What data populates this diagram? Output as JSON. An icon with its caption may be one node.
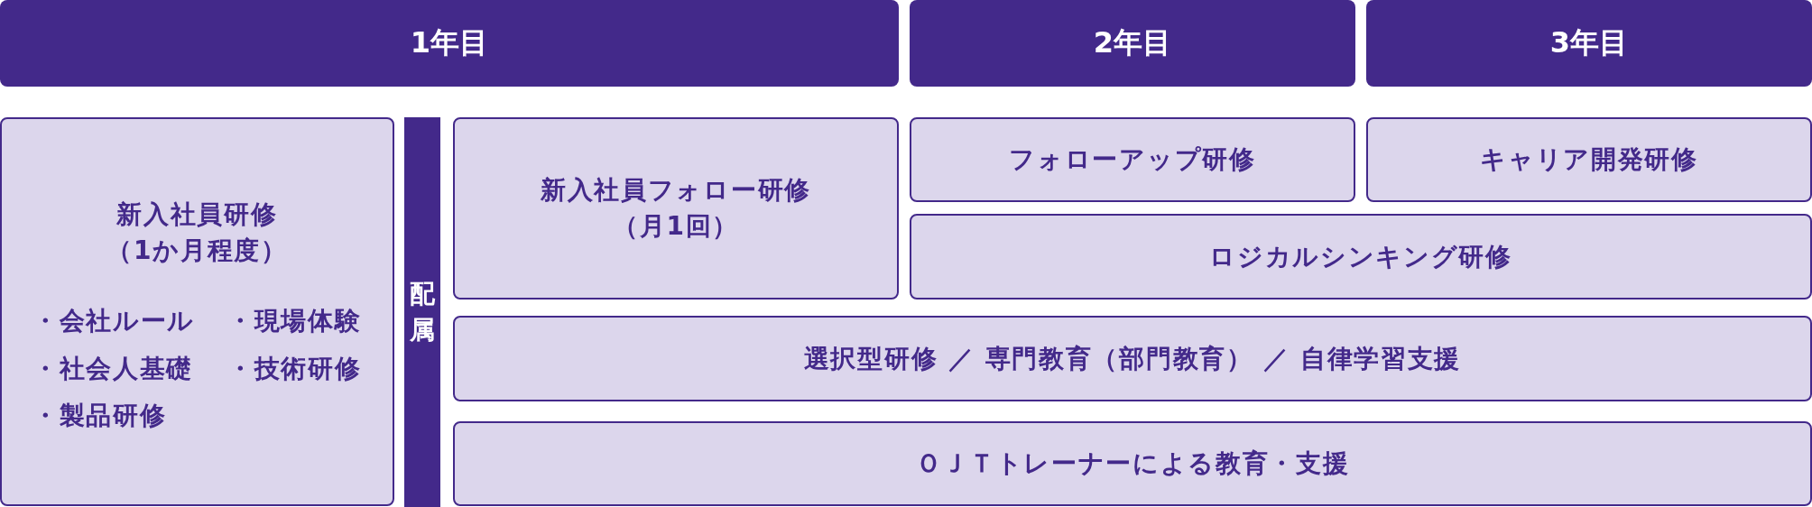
{
  "diagram": {
    "nodes": [
      {
        "text": [
          "1年目"
        ]
      },
      {
        "text": [
          "2年目"
        ]
      },
      {
        "text": [
          "3年目"
        ]
      },
      {
        "text": [
          "新入社員研修（1か月程度）",
          "・会社ルール",
          "・現場体験",
          "・社会人基礎",
          "・技術研修",
          "・製品研修"
        ]
      },
      {
        "text": [
          "配属"
        ]
      },
      {
        "text": [
          "新入社員フォロー研修（月1回）"
        ]
      },
      {
        "text": [
          "フォローアップ研修"
        ]
      },
      {
        "text": [
          "キャリア開発研修"
        ]
      },
      {
        "text": [
          "ロジカルシンキング研修"
        ]
      },
      {
        "text": [
          "選択型研修 ／ 専門教育（部門教育） ／ 自律学習支援"
        ]
      },
      {
        "text": [
          "ＯＪＴトレーナーによる教育・支援"
        ]
      }
    ]
  }
}
